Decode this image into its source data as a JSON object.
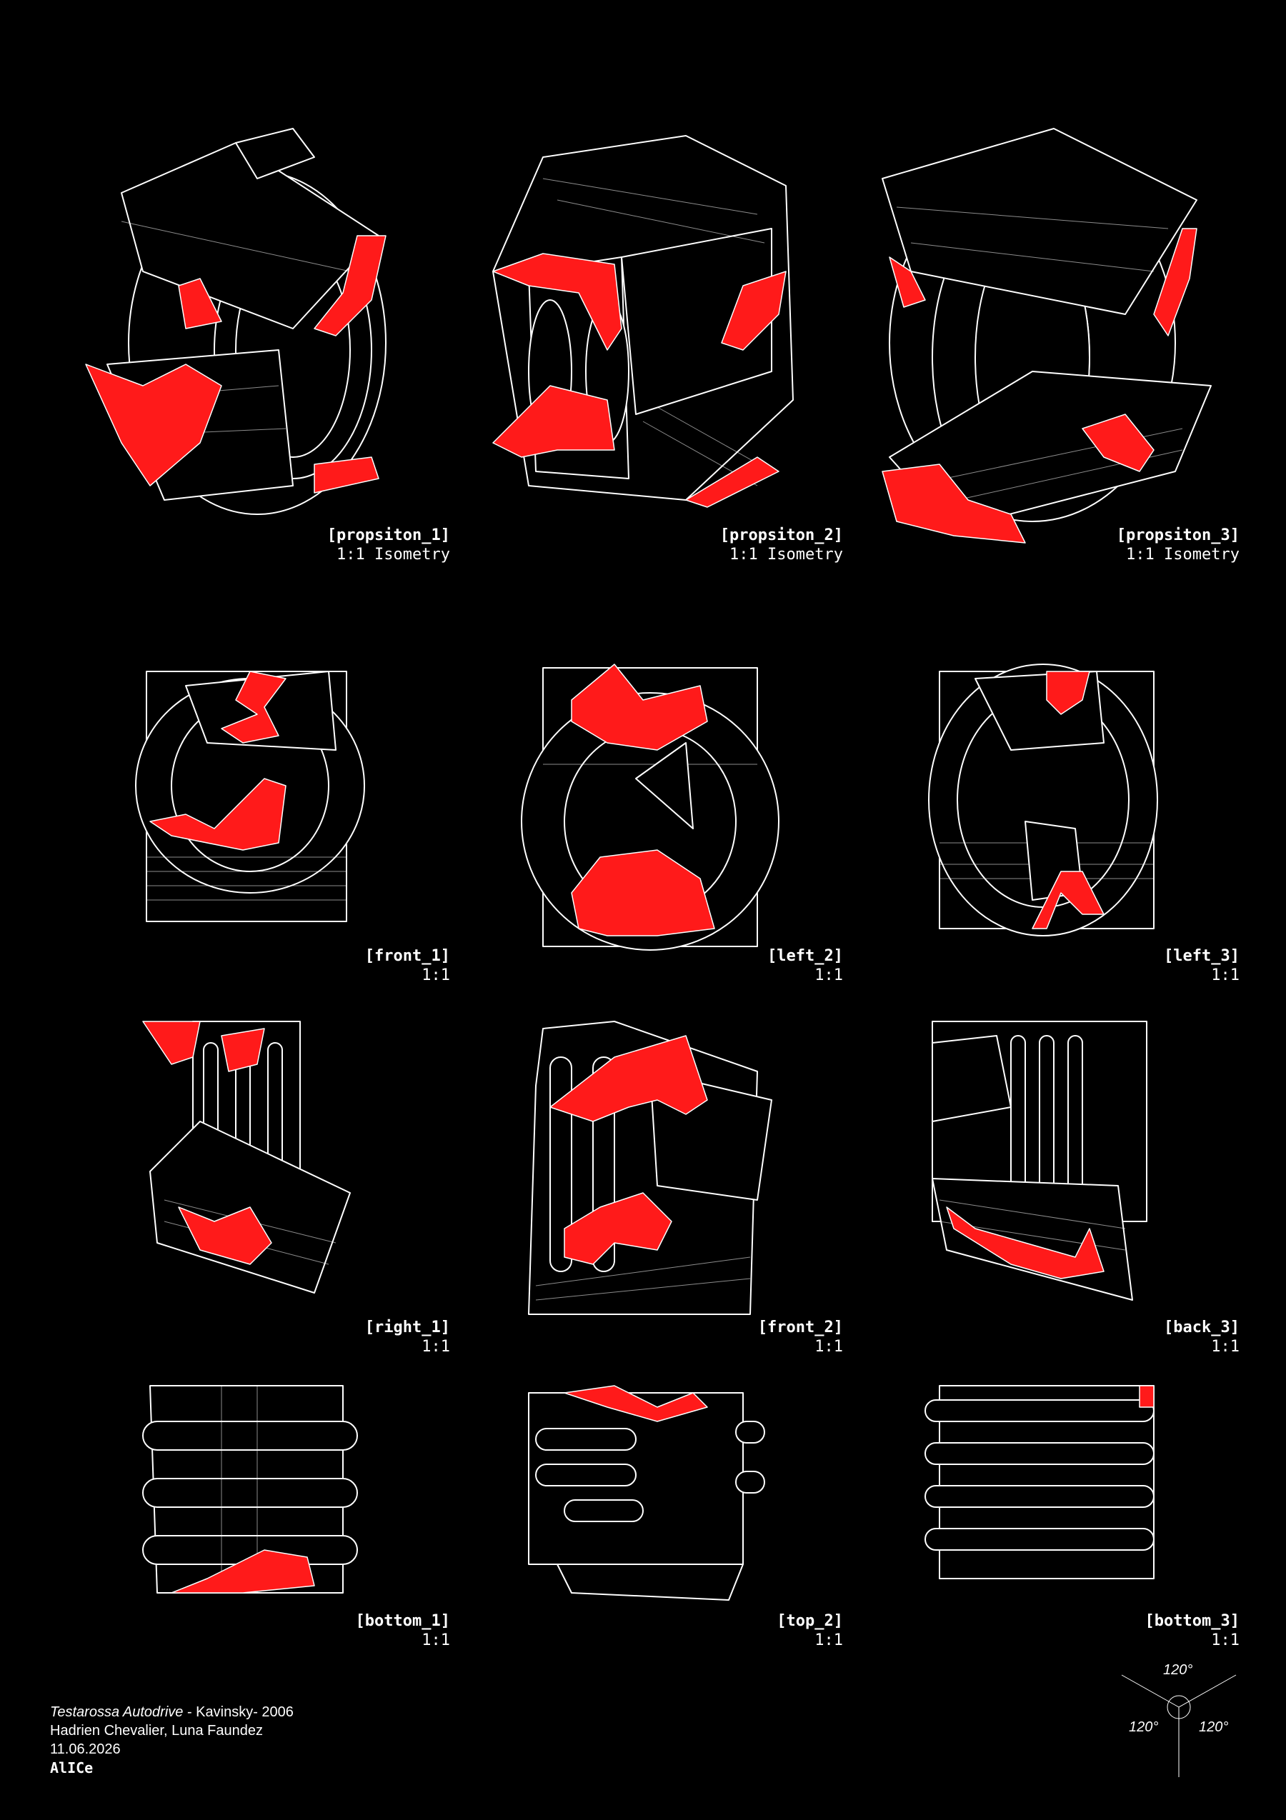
{
  "panels": [
    {
      "id": "propsiton_1",
      "label": "propsiton_1",
      "scale": "1:1 Isometry"
    },
    {
      "id": "propsiton_2",
      "label": "propsiton_2",
      "scale": "1:1 Isometry"
    },
    {
      "id": "propsiton_3",
      "label": "propsiton_3",
      "scale": "1:1 Isometry"
    },
    {
      "id": "front_1",
      "label": "front_1",
      "scale": "1:1"
    },
    {
      "id": "left_2",
      "label": "left_2",
      "scale": "1:1"
    },
    {
      "id": "left_3",
      "label": "left_3",
      "scale": "1:1"
    },
    {
      "id": "right_1",
      "label": "right_1",
      "scale": "1:1"
    },
    {
      "id": "front_2",
      "label": "front_2",
      "scale": "1:1"
    },
    {
      "id": "back_3",
      "label": "back_3",
      "scale": "1:1"
    },
    {
      "id": "bottom_1",
      "label": "bottom_1",
      "scale": "1:1"
    },
    {
      "id": "top_2",
      "label": "top_2",
      "scale": "1:1"
    },
    {
      "id": "bottom_3",
      "label": "bottom_3",
      "scale": "1:1"
    }
  ],
  "credits": {
    "song_title": "Testarossa Autodrive",
    "song_rest": " - Kavinsky- 2006",
    "authors": "Hadrien Chevalier, Luna Faundez",
    "date": "11.06.2026",
    "studio": "AlICe"
  },
  "axes": {
    "angle_top": "120°",
    "angle_left": "120°",
    "angle_right": "120°"
  },
  "colors": {
    "background": "#000000",
    "line": "#ffffff",
    "accent": "#ff1a1a"
  }
}
